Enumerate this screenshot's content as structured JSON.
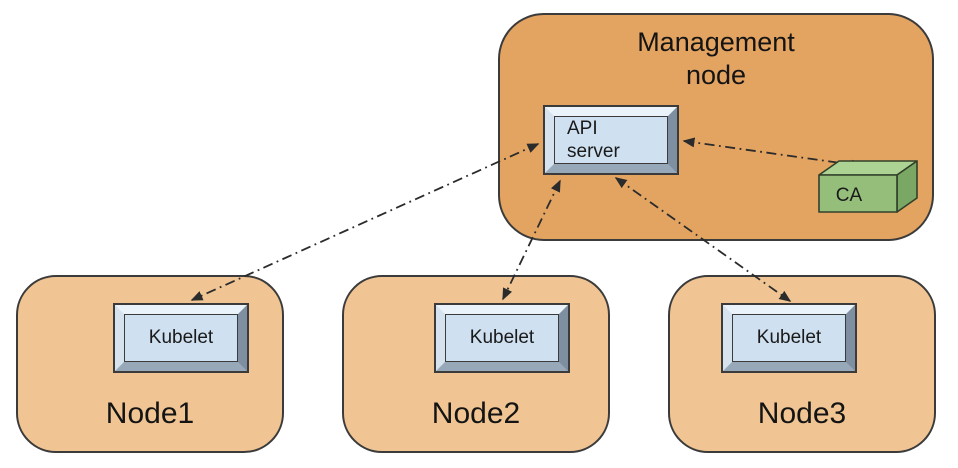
{
  "diagram": {
    "type": "architecture-diagram",
    "management_node": {
      "title": "Management node",
      "api_server_label": "API server",
      "ca_label": "CA"
    },
    "nodes": [
      {
        "name": "Node1",
        "component_label": "Kubelet"
      },
      {
        "name": "Node2",
        "component_label": "Kubelet"
      },
      {
        "name": "Node3",
        "component_label": "Kubelet"
      }
    ],
    "connections": [
      {
        "from": "API server",
        "to": "Kubelet (Node1)",
        "style": "dash-dot",
        "bidirectional": true
      },
      {
        "from": "API server",
        "to": "Kubelet (Node2)",
        "style": "dash-dot",
        "bidirectional": true
      },
      {
        "from": "API server",
        "to": "Kubelet (Node3)",
        "style": "dash-dot",
        "bidirectional": true
      },
      {
        "from": "API server",
        "to": "CA",
        "style": "dash-dot",
        "bidirectional": true
      }
    ],
    "colors": {
      "management_node_fill": "#E3A462",
      "worker_node_fill": "#F0C593",
      "component_box_fill": "#CFE0F1",
      "ca_front": "#95BE7B",
      "ca_top": "#ACD394",
      "ca_side": "#7AA763",
      "connector_line": "#2B2B2B",
      "outline": "#3B3B3B"
    }
  }
}
